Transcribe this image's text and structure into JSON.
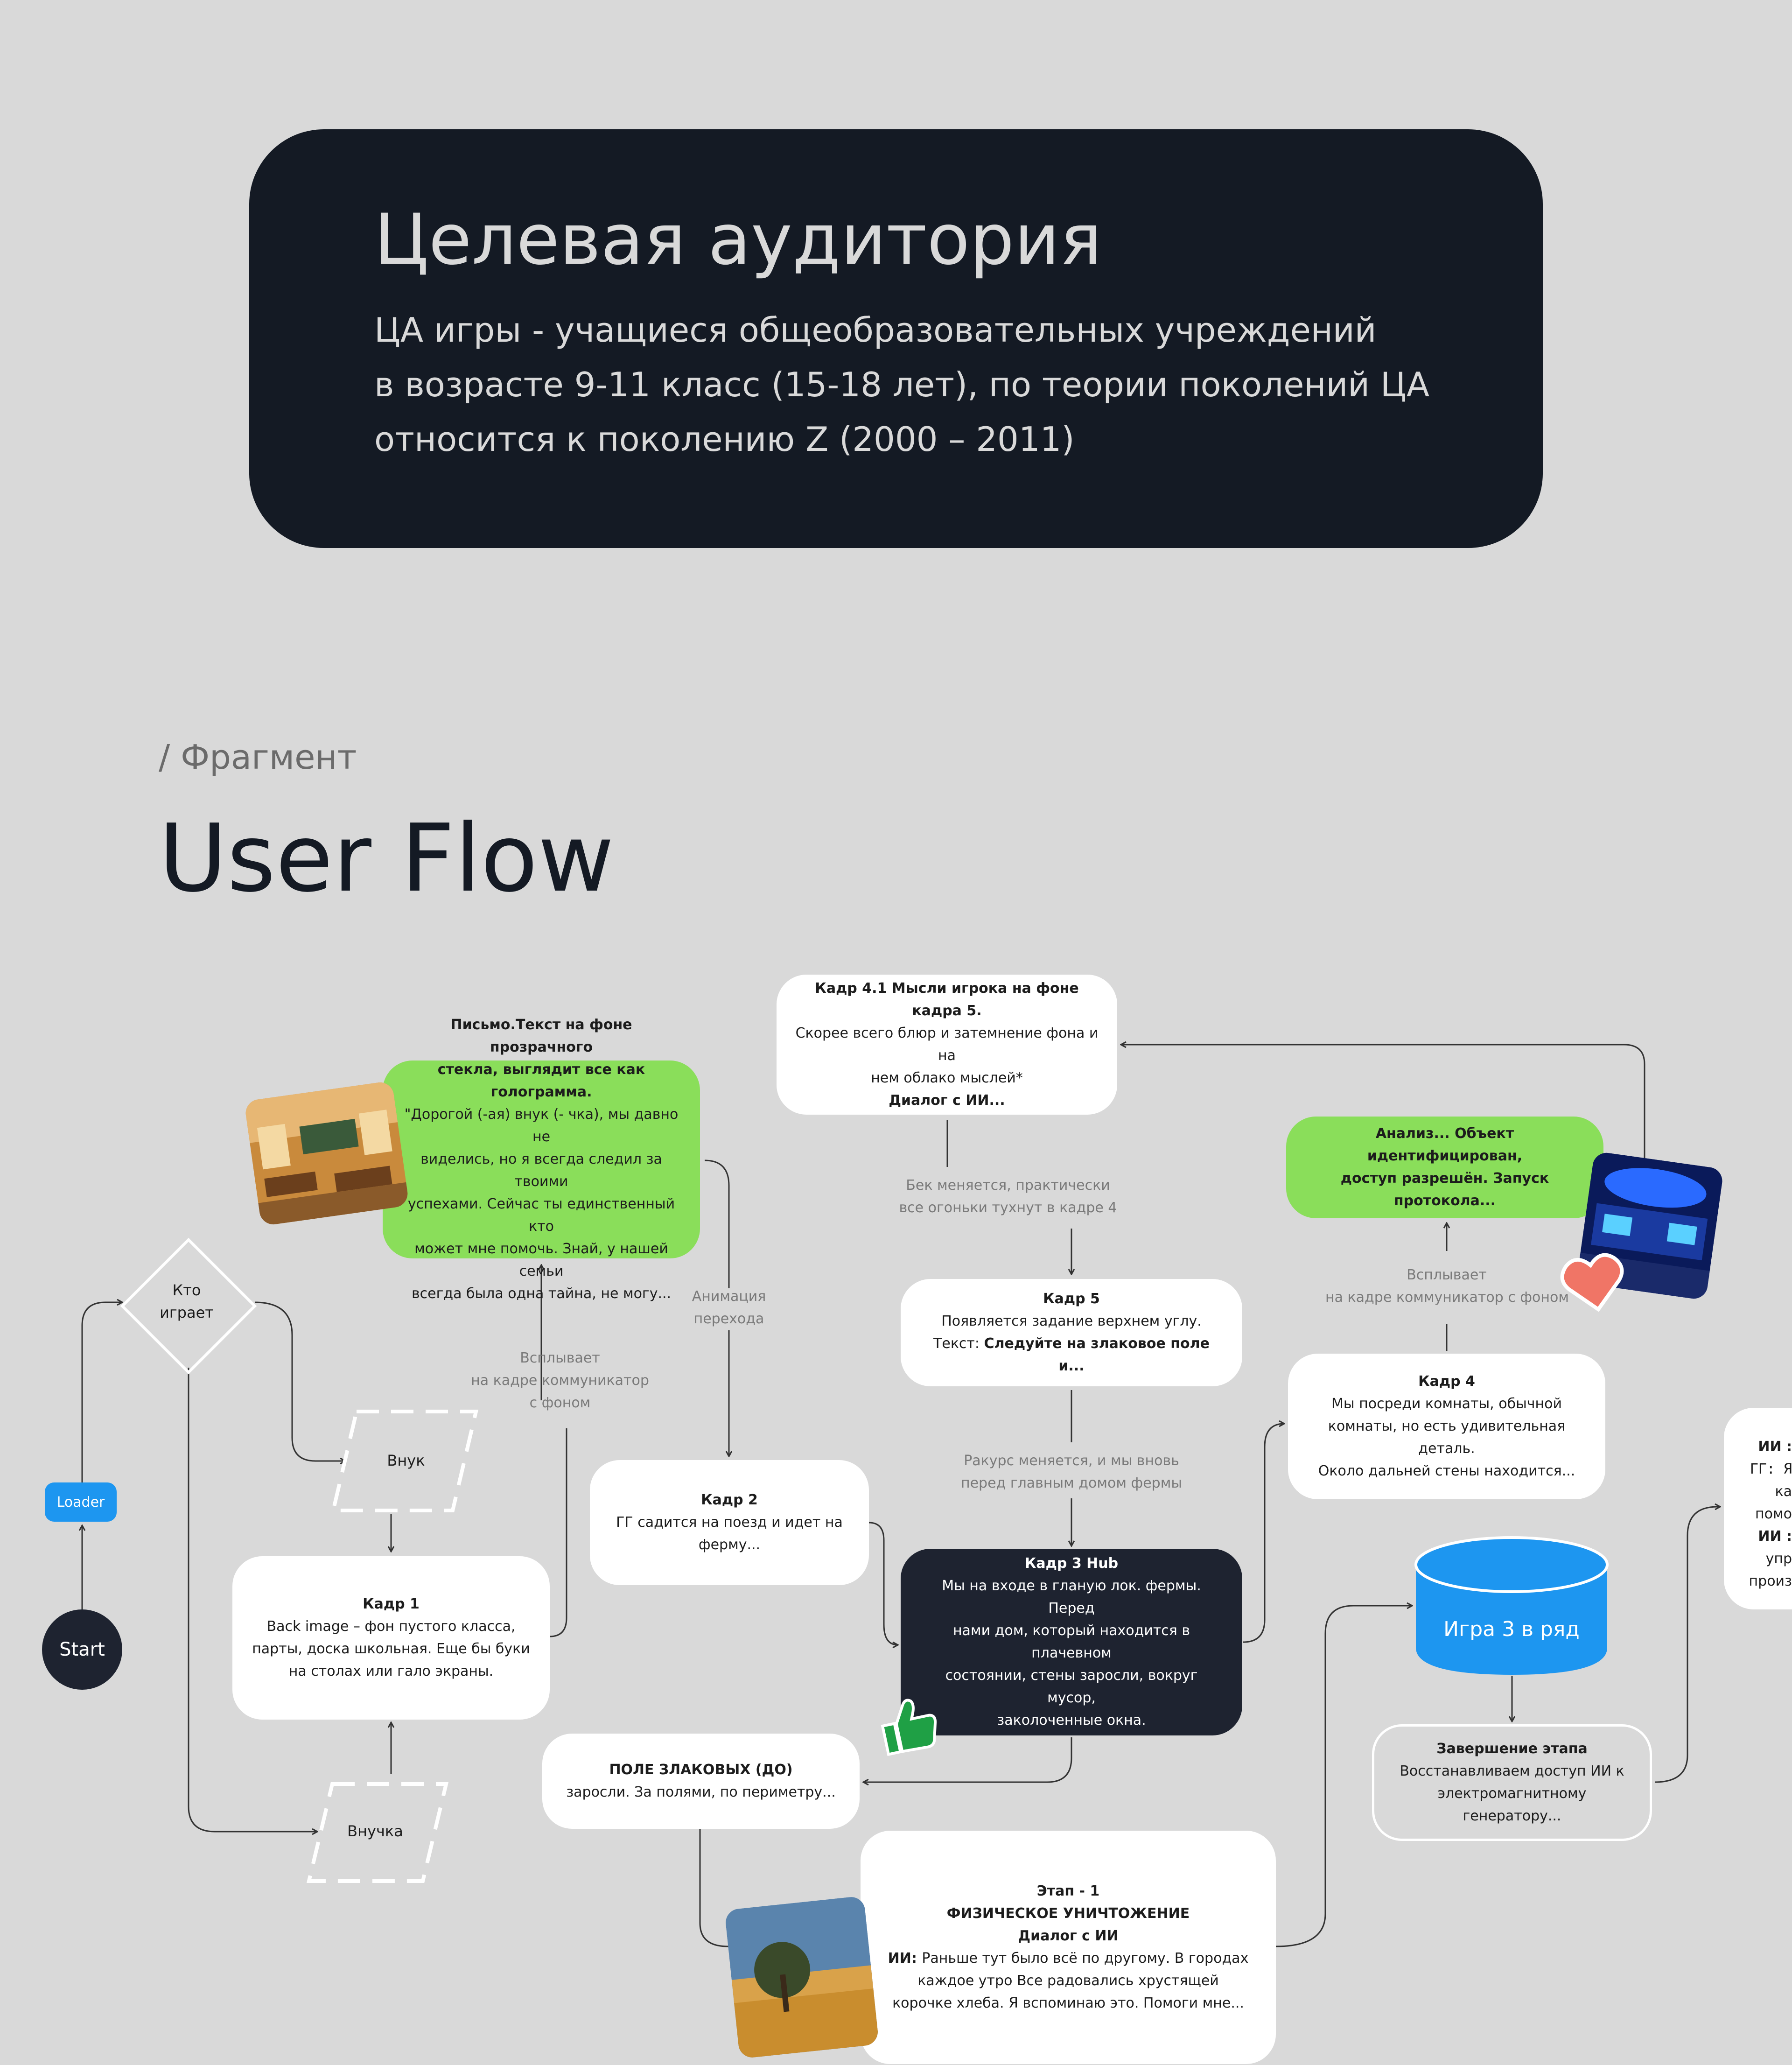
{
  "hero": {
    "title": "Целевая аудитория",
    "lines": [
      "ЦА игры - учащиеся общеобразовательных учреждений",
      "в возрасте 9-11 класс (15-18 лет), по теории поколений ЦА",
      "относится к поколению Z (2000 – 2011)"
    ]
  },
  "fragment_label": "/ Фрагмент",
  "flow_title": "User Flow",
  "nodes": {
    "start": "Start",
    "loader": "Loader",
    "who_plays": [
      "Кто",
      "играет"
    ],
    "grandson": "Внук",
    "granddaughter": "Внучка",
    "kadr1": {
      "title": "Кадр 1",
      "lines": [
        "Back image –  фон пустого класса,",
        "парты, доска школьная.  Еще бы буки",
        "на столах или гало экраны."
      ]
    },
    "letter": {
      "lines_bold": [
        "Письмо.Текст на фоне прозрачного",
        "стекла, выглядит все как голограмма."
      ],
      "lines": [
        "\"Дорогой (-ая) внук (- чка), мы давно не",
        "виделись, но я всегда следил за твоими",
        "успехами. Сейчас ты единственный кто",
        "может мне помочь. Знай, у нашей семьи",
        "всегда была одна тайна, не могу..."
      ]
    },
    "kadr2": {
      "title": "Кадр 2",
      "lines": [
        "ГГ садится на поезд и идет на",
        "ферму..."
      ]
    },
    "kadr41": {
      "title": "Кадр 4.1 Мысли игрока на фоне кадра 5.",
      "lines": [
        "Скорее всего блюр и затемнение фона и на",
        "нем облако мыслей*"
      ],
      "footer": "Диалог с ИИ..."
    },
    "kadr5": {
      "title": "Кадр 5",
      "line": "Появляется задание верхнем углу.",
      "text_prefix": "Текст: ",
      "text_bold": "Следуйте на злаковое поле и..."
    },
    "kadr3": {
      "title": "Кадр 3 Hub",
      "lines": [
        "Мы на входе в гланую лок. фермы. Перед",
        "нами дом, который находится в плачевном",
        "состоянии, стены заросли, вокруг мусор,",
        "заколоченные окна."
      ]
    },
    "field": {
      "title": "ПОЛЕ ЗЛАКОВЫХ (ДО)",
      "line": "заросли. За полями, по периметру..."
    },
    "stage1": {
      "title1": "Этап - 1",
      "title2": "ФИЗИЧЕСКОЕ УНИЧТОЖЕНИЕ",
      "title3": "Диалог с ИИ",
      "ai_prefix": "ИИ: ",
      "lines": [
        "Раньше тут было всё по другому. В городах",
        "каждое утро Все радовались хрустящей",
        "корочке хлеба. Я вспоминаю это. Помоги мне..."
      ]
    },
    "analysis": {
      "lines": [
        "Анализ... Объект идентифицирован,",
        "доступ разрешён. Запуск протокола..."
      ]
    },
    "kadr4": {
      "title": "Кадр 4",
      "lines": [
        "Мы посреди комнаты, обычной",
        "комнаты, но есть удивительная деталь.",
        "Около дальней стены находится..."
      ]
    },
    "game3": "Игра 3 в ряд",
    "finish": {
      "title": "Завершение этапа",
      "lines": [
        "Восстанавливаем доступ ИИ к",
        "электромагнитному генератору..."
      ]
    },
    "cut_right": {
      "lines": [
        "ИИ :",
        "ГГ: Я",
        "ка",
        "помо",
        "ИИ :",
        "упр",
        "произ"
      ]
    }
  },
  "labels": {
    "popup_left": [
      "Всплывает",
      "на кадре коммуникатор",
      "с фоном"
    ],
    "animation": [
      "Анимация",
      "перехода"
    ],
    "bg_changes": [
      "Бек меняется, практически",
      "все огоньки тухнут в кадре 4"
    ],
    "angle_changes": [
      "Ракурс меняется, и мы вновь",
      "перед главным домом фермы"
    ],
    "popup_right": [
      "Всплывает",
      "на кадре коммуникатор с фоном"
    ]
  },
  "icons": [
    "thumbs-up-icon",
    "heart-icon"
  ],
  "colors": {
    "background": "#d9d9d9",
    "dark": "#141a24",
    "green": "#8ade5a",
    "blue": "#1d96f0"
  }
}
